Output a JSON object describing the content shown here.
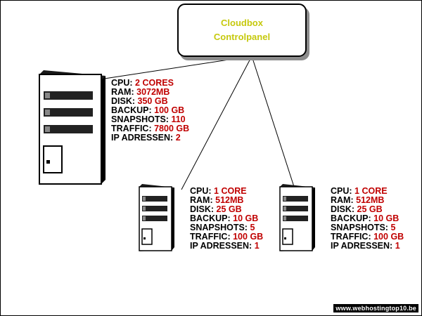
{
  "control_panel": {
    "line1": "Cloudbox",
    "line2": "Controlpanel"
  },
  "servers": [
    {
      "specs": [
        {
          "label": "CPU:",
          "value": "2 CORES"
        },
        {
          "label": "RAM:",
          "value": "3072MB"
        },
        {
          "label": "DISK:",
          "value": "350 GB"
        },
        {
          "label": "BACKUP:",
          "value": "100 GB"
        },
        {
          "label": "SNAPSHOTS:",
          "value": "110"
        },
        {
          "label": "TRAFFIC:",
          "value": "7800 GB"
        },
        {
          "label": "IP ADRESSEN:",
          "value": "2"
        }
      ]
    },
    {
      "specs": [
        {
          "label": "CPU:",
          "value": "1 CORE"
        },
        {
          "label": "RAM:",
          "value": "512MB"
        },
        {
          "label": "DISK:",
          "value": "25 GB"
        },
        {
          "label": "BACKUP:",
          "value": "10 GB"
        },
        {
          "label": "SNAPSHOTS:",
          "value": "5"
        },
        {
          "label": "TRAFFIC:",
          "value": "100 GB"
        },
        {
          "label": "IP ADRESSEN:",
          "value": "1"
        }
      ]
    },
    {
      "specs": [
        {
          "label": "CPU:",
          "value": "1 CORE"
        },
        {
          "label": "RAM:",
          "value": "512MB"
        },
        {
          "label": "DISK:",
          "value": "25 GB"
        },
        {
          "label": "BACKUP:",
          "value": "10 GB"
        },
        {
          "label": "SNAPSHOTS:",
          "value": "5"
        },
        {
          "label": "TRAFFIC:",
          "value": "100 GB"
        },
        {
          "label": "IP ADRESSEN:",
          "value": "1"
        }
      ]
    }
  ],
  "watermark": "www.webhostingtop10.be",
  "colors": {
    "value": "#c00000",
    "panel_text": "#c6c90e",
    "line": "#000000"
  },
  "icons": [
    "server-tower-icon"
  ]
}
